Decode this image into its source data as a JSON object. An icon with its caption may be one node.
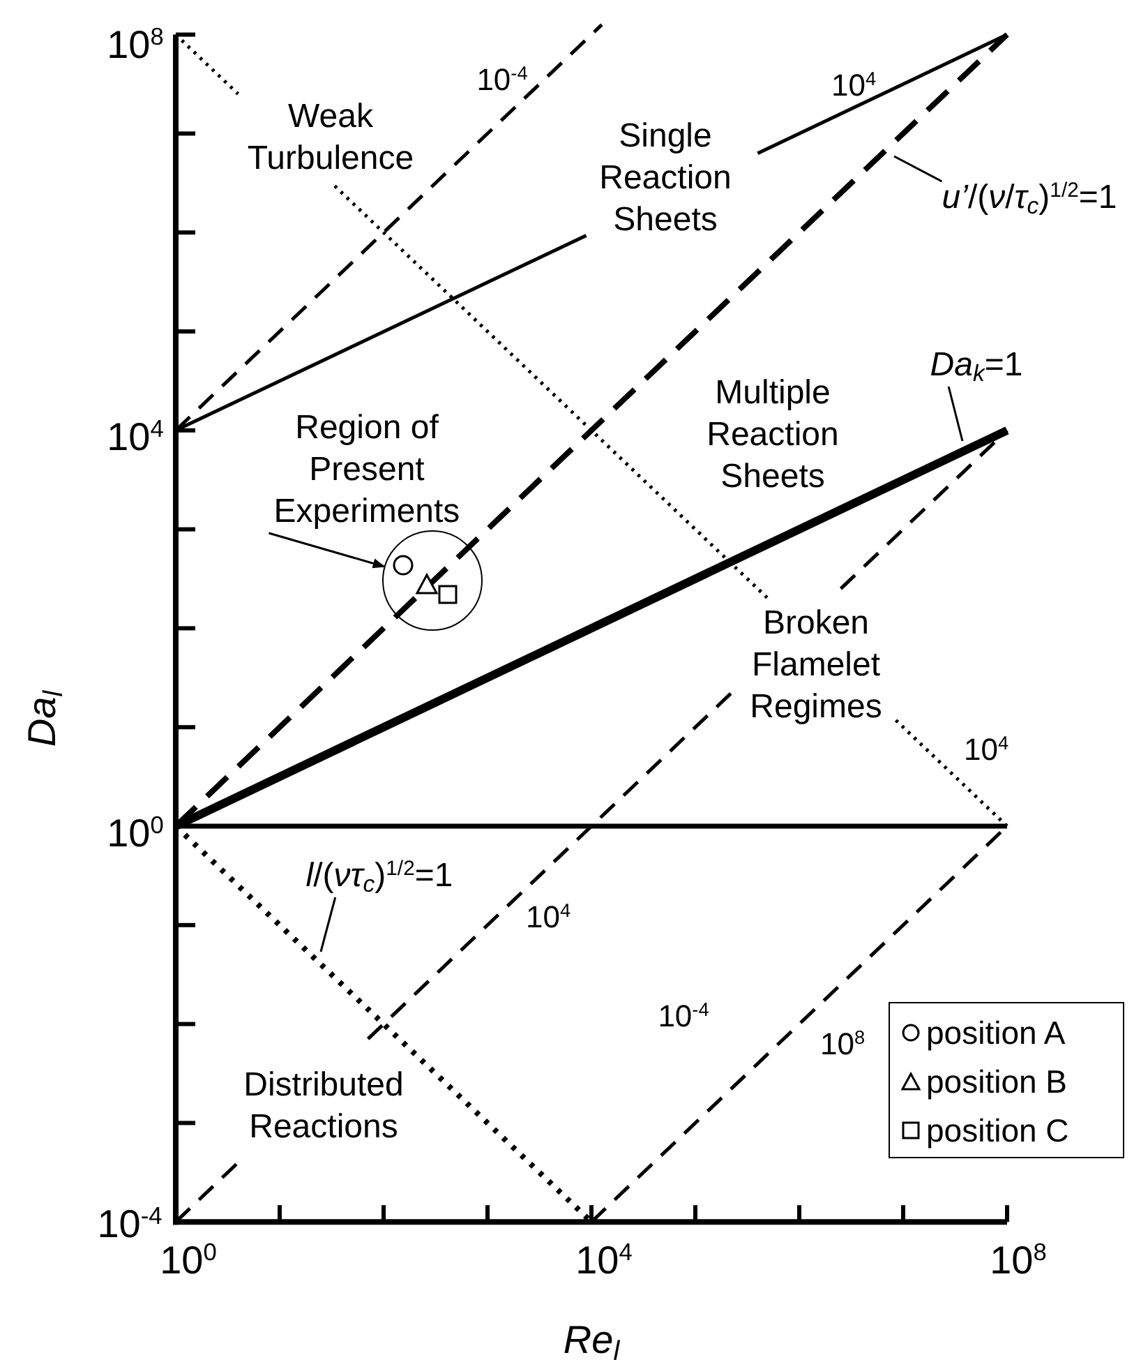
{
  "diagram": {
    "nodes": [
      {
        "text": [
          "Region of Present Experiments"
        ]
      },
      {
        "text": [],
        "shape": "circle"
      },
      {
        "text": [
          "*u’*/(*ν*/*τ*$_{c}$)$^{1/2}$=1"
        ]
      },
      {
        "text": [
          "*Da*$_{k}$=1"
        ]
      },
      {
        "text": [
          "*l*/(*ντ*$_{c}$)$^{1/2}$=1"
        ]
      }
    ],
    "edges": [
      {
        "from": 0,
        "to": 1,
        "arrow": "to"
      },
      {
        "from": 2,
        "to": null,
        "arrow": "none"
      },
      {
        "from": 3,
        "to": null,
        "arrow": "none"
      },
      {
        "from": 4,
        "to": null,
        "arrow": "none"
      }
    ],
    "labels": [
      "10$^{8}$",
      "10$^{-4}$",
      "Weak Turbulence",
      "10$^{4}$",
      "Single Reaction Sheets",
      "10$^{4}$",
      "Multiple Reaction Sheets",
      "Da$_{l}$",
      "Broken Flamelet Regimes",
      "10$^{4}$",
      "10$^{0}$",
      "10$^{4}$",
      "10$^{-4}$",
      "10$^{8}$",
      "Distributed Reactions",
      "10$^{-4}$",
      "10$^{0}$",
      "10$^{4}$",
      "10$^{8}$",
      "Re$_{l}$"
    ],
    "legend": [
      {
        "text": "position A"
      },
      {
        "text": "position B"
      },
      {
        "text": "position C"
      }
    ]
  }
}
